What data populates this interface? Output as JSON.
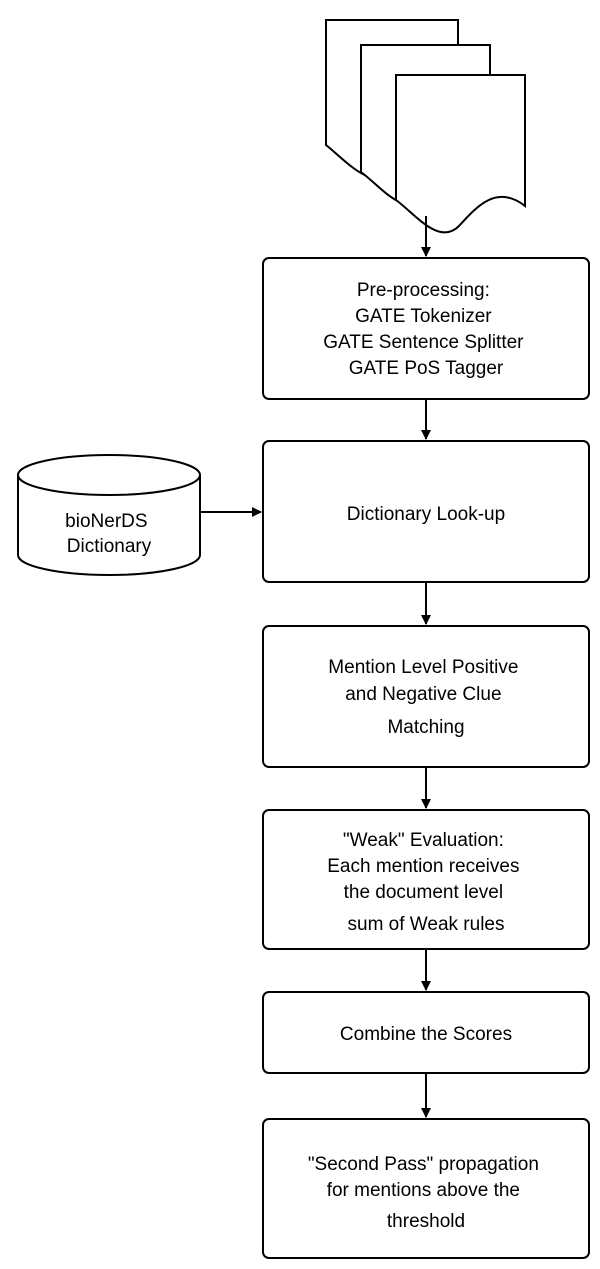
{
  "diagram": {
    "nodes": {
      "preprocessing": {
        "lines": [
          "Pre-processing:",
          "GATE Tokenizer",
          "GATE Sentence Splitter",
          "GATE PoS Tagger"
        ]
      },
      "dictionary_lookup": {
        "lines": [
          "Dictionary Look-up"
        ]
      },
      "mention_matching": {
        "lines": [
          "Mention Level Positive",
          "and Negative Clue",
          "Matching"
        ]
      },
      "weak_evaluation": {
        "lines": [
          "\"Weak\" Evaluation:",
          "Each mention receives",
          "the document level",
          "sum of Weak rules"
        ]
      },
      "combine_scores": {
        "lines": [
          "Combine the Scores"
        ]
      },
      "second_pass": {
        "lines": [
          "\"Second Pass\" propagation",
          "for mentions above the",
          "threshold"
        ]
      },
      "dictionary_db": {
        "lines": [
          "bioNerDS",
          "Dictionary"
        ]
      }
    }
  }
}
